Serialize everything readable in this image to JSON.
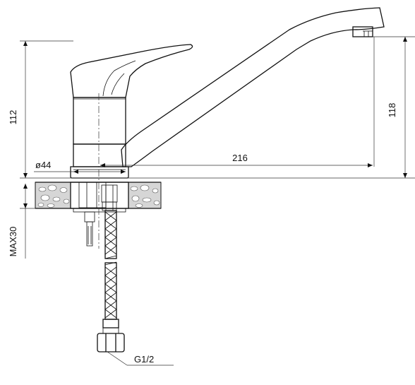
{
  "labels": {
    "height_body": "112",
    "height_total": "118",
    "reach": "216",
    "base_diameter": "ø44",
    "max_thickness": "MAX30",
    "thread": "G1/2"
  }
}
